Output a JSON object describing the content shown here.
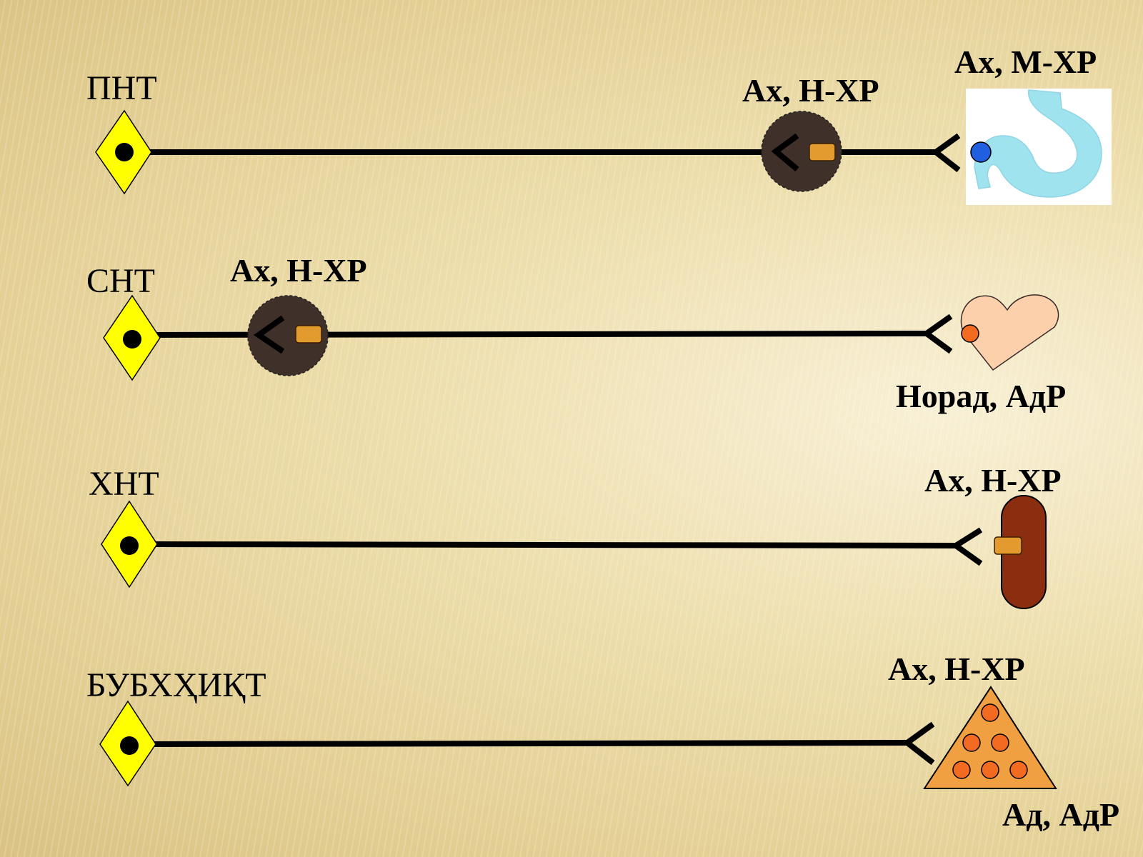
{
  "pathways": [
    {
      "name": "ПНТ",
      "ganglion_label": "Ах, Н-ХР",
      "effector_label": "Ах, М-ХР",
      "effector": "stomach"
    },
    {
      "name": "СНТ",
      "ganglion_label": "Ах, Н-ХР",
      "effector_label": "Норад, АдР",
      "effector": "heart"
    },
    {
      "name": "ХНТ",
      "effector_label": "Ах, Н-ХР",
      "effector": "skeletal-muscle"
    },
    {
      "name": "БУБХҲИҚТ",
      "effector_label": "Ах, Н-ХР",
      "effector_label_2": "Ад, АдР",
      "effector": "adrenal-gland"
    }
  ],
  "colors": {
    "neuron_body": "#ffff00",
    "nucleus": "#000000",
    "ganglion": "#3f302a",
    "receptor": "#e39a2e",
    "stomach": "#9ee3ee",
    "stomach_receptor": "#1f5fe0",
    "heart": "#fdd0ac",
    "heart_receptor": "#f26b21",
    "muscle": "#8b2e10",
    "adrenal": "#f0a040",
    "adrenal_cells": "#f26b21"
  }
}
